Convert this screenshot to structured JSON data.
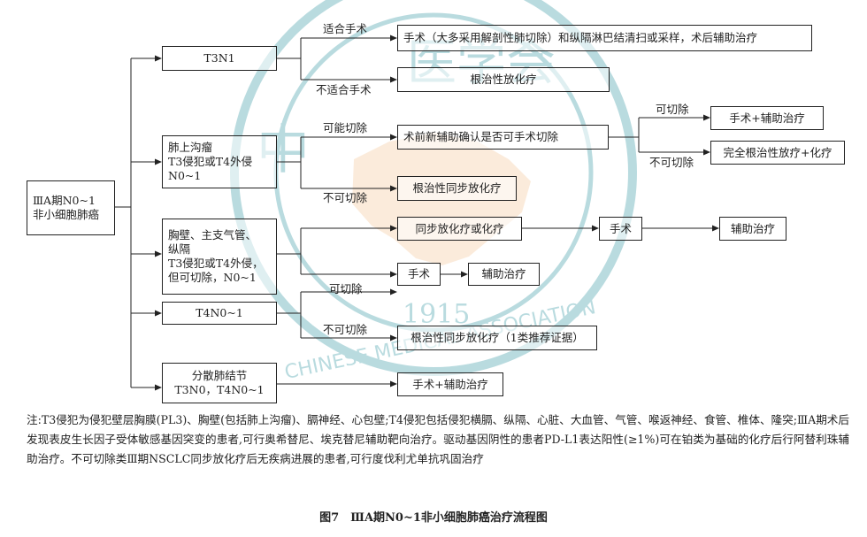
{
  "watermark": {
    "arc_top": "医学会",
    "arc_left": "中",
    "arc_bottom": "CHINESE MEDICAL ASSOCIATION",
    "year": "1915",
    "color_ring": "#3a9aa6",
    "color_map": "#f6c79a"
  },
  "nodes": {
    "root": "ⅢA期N0~1\n非小细胞肺癌",
    "t3n1": "T3N1",
    "pancoast": "肺上沟瘤\nT3侵犯或T4外侵\nN0~1",
    "chestwall": "胸壁、主支气管、\n纵隔\nT3侵犯或T4外侵，\n但可切除，N0~1",
    "t4n01": "T4N0~1",
    "nodules": "分散肺结节\nT3N0，T4N0~1",
    "surgery_mediastinal": "手术（大多采用解剖性肺切除）和纵隔淋巴结清扫或采样，术后辅助治疗",
    "radical_chemorad": "根治性放化疗",
    "neoadjuvant_confirm": "术前新辅助确认是否可手术切除",
    "surgery_adjuvant_1": "手术+辅助治疗",
    "complete_radical": "完全根治性放疗+化疗",
    "radical_concurrent_1": "根治性同步放化疗",
    "concurrent_or_chemo": "同步放化疗或化疗",
    "surgery_1": "手术",
    "adjuvant_1": "辅助治疗",
    "surgery_2": "手术",
    "adjuvant_2": "辅助治疗",
    "radical_concurrent_cat1": "根治性同步放化疗（1类推荐证据）",
    "surgery_adjuvant_2": "手术+辅助治疗"
  },
  "edge_labels": {
    "suitable_surgery": "适合手术",
    "unsuitable_surgery": "不适合手术",
    "possible_resect": "可能切除",
    "not_resectable_1": "不可切除",
    "resectable_1": "可切除",
    "not_resectable_2": "不可切除",
    "resectable_2": "可切除",
    "not_resectable_3": "不可切除"
  },
  "note": "注:T3侵犯为侵犯壁层胸膜(PL3)、胸壁(包括肺上沟瘤)、膈神经、心包壁;T4侵犯包括侵犯横膈、纵隔、心脏、大血管、气管、喉返神经、食管、椎体、隆突;ⅢA期术后发现表皮生长因子受体敏感基因突变的患者,可行奥希替尼、埃克替尼辅助靶向治疗。驱动基因阴性的患者PD-L1表达阳性(≥1%)可在铂类为基础的化疗后行阿替利珠辅助治疗。不可切除类Ⅲ期NSCLC同步放化疗后无疾病进展的患者,可行度伐利尤单抗巩固治疗",
  "caption": "图7　ⅢA期N0~1非小细胞肺癌治疗流程图"
}
